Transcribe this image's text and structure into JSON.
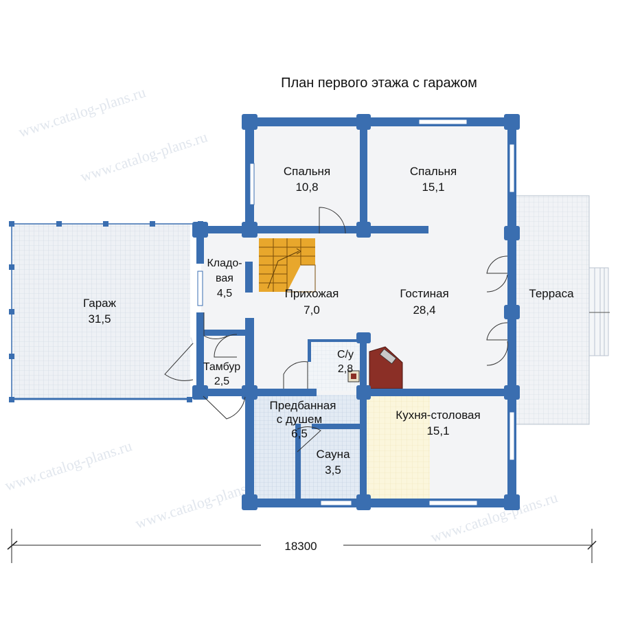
{
  "title": "План первого этажа с гаражом",
  "dimension": "18300",
  "watermark": "www.catalog-plans.ru",
  "colors": {
    "wall": "#3a6eb0",
    "floor": "#f3f4f6",
    "garage_floor": "#eef1f5",
    "sauna_floor": "#dde8f3",
    "kitchen_floor": "#fbf6dc",
    "stairs": "#e8a72c",
    "stove": "#8b2f26"
  },
  "rooms": [
    {
      "id": "spalnya-1",
      "name": "Спальня",
      "area": "10,8"
    },
    {
      "id": "spalnya-2",
      "name": "Спальня",
      "area": "15,1"
    },
    {
      "id": "garage",
      "name": "Гараж",
      "area": "31,5"
    },
    {
      "id": "kladovaya",
      "name_line1": "Кладо-",
      "name_line2": "вая",
      "area": "4,5"
    },
    {
      "id": "prihozhaya",
      "name": "Прихожая",
      "area": "7,0"
    },
    {
      "id": "gostinaya",
      "name": "Гостиная",
      "area": "28,4"
    },
    {
      "id": "terrasa",
      "name": "Терраса"
    },
    {
      "id": "su",
      "name": "С/у",
      "area": "2,8"
    },
    {
      "id": "tambur",
      "name": "Тамбур",
      "area": "2,5"
    },
    {
      "id": "predbannaya",
      "name_line1": "Предбанная",
      "name_line2": "с душем",
      "area": "6,5"
    },
    {
      "id": "kuhnya",
      "name": "Кухня-столовая",
      "area": "15,1"
    },
    {
      "id": "sauna",
      "name": "Сауна",
      "area": "3,5"
    }
  ]
}
